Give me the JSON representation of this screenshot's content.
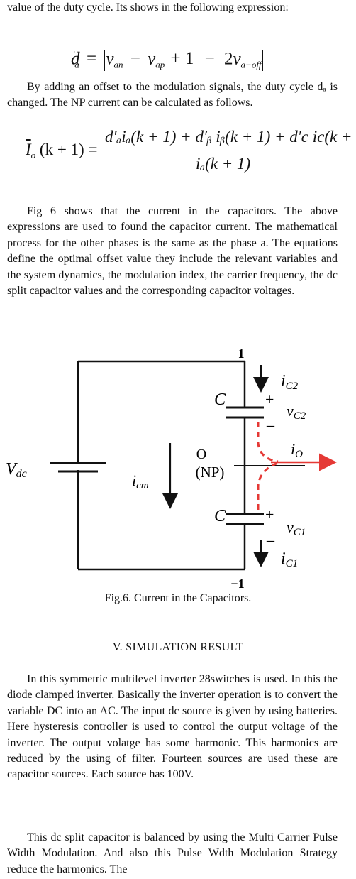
{
  "paragraphs": {
    "p1": "value of the duty cycle. Its shows in the following expression:",
    "p2": "By adding an offset to the modulation signals, the duty cycle dₐ is changed. The NP current can be calculated as follows.",
    "p3": "Fig 6 shows that the current in the capacitors. The above expressions are used to found the capacitor current. The mathematical process for the other phases is the same as the phase a. The equations define the optimal offset value they include the relevant variables and the system dynamics, the modulation index, the carrier frequency, the dc split capacitor values and the corresponding capacitor voltages.",
    "p4": "In this symmetric multilevel inverter 28switches is used. In this the diode clamped inverter. Basically the inverter operation is to convert the variable DC into an AC. The input dc source is given by using batteries. Here hysteresis controller is used to control the output voltage of the inverter. The output volatge has some harmonic. This harmonics are reduced by the using of filter. Fourteen sources are used these are capacitor sources. Each source has 100V.",
    "p5": "This dc split capacitor is balanced by using the Multi Carrier Pulse Width Modulation. And also this Pulse Wdth Modulation Strategy reduce the harmonics. The"
  },
  "equation1": {
    "lhs": "d",
    "lhs_sub": "a",
    "lhs_prime": "'",
    "eq": "=",
    "v1": "v",
    "v1_sub": "an",
    "minus1": "−",
    "v2": "v",
    "v2_sub": "ap",
    "plus": "+ 1",
    "minus2": "−",
    "two": "2",
    "v3": "v",
    "v3_sub": "a−off"
  },
  "equation2": {
    "lhs": "I",
    "lhs_sub": "o",
    "lhs_arg": "(k + 1) =",
    "numerator": "d′ₐiₐ(k + 1) + d′ᵦ iᵦ(k + 1) + d′c ic(k +",
    "denominator": "iₐ(k + 1)"
  },
  "figure": {
    "node_top": "1",
    "node_bottom": "−1",
    "vdc": "V",
    "vdc_sub": "dc",
    "cap_top": "C",
    "cap_bottom": "C",
    "ic2": "i",
    "ic2_sub": "C2",
    "vc2": "v",
    "vc2_sub": "C2",
    "io": "i",
    "io_sub": "O",
    "vc1": "v",
    "vc1_sub": "C1",
    "ic1": "i",
    "ic1_sub": "C1",
    "o_label": "O",
    "np_label": "(NP)",
    "icm": "i",
    "icm_sub": "cm",
    "plus": "+",
    "minus": "_",
    "caption": "Fig.6. Current in the Capacitors."
  },
  "section_heading": "V.   SIMULATION RESULT",
  "colors": {
    "text": "#111111",
    "current_arrow": "#e53935"
  }
}
